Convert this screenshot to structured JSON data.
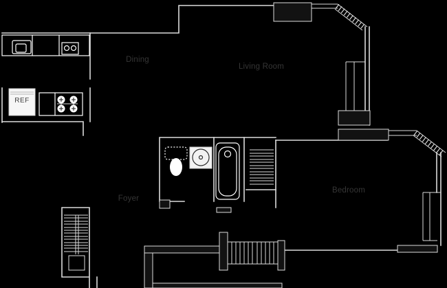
{
  "colors": {
    "background": "#000000",
    "walls": "#dcdcdc",
    "fixtures": "#ffffff",
    "label_text": "#363636",
    "ref_text": "#3f3f3f",
    "ref_fill": "#f6f6f6"
  },
  "rooms": {
    "dining": {
      "label": "Dining"
    },
    "living_room": {
      "label": "Living Room"
    },
    "foyer": {
      "label": "Foyer"
    },
    "bedroom": {
      "label": "Bedroom"
    }
  },
  "appliances": {
    "refrigerator": {
      "label": "REF"
    }
  },
  "icons": [
    "refrigerator-icon",
    "stove-burners-icon",
    "kitchen-sink-icon",
    "toilet-icon",
    "vanity-sink-icon",
    "bathtub-icon",
    "closet-rod-icon",
    "stairs-icon",
    "entry-stairs-icon",
    "bay-window-icon",
    "window-icon"
  ]
}
